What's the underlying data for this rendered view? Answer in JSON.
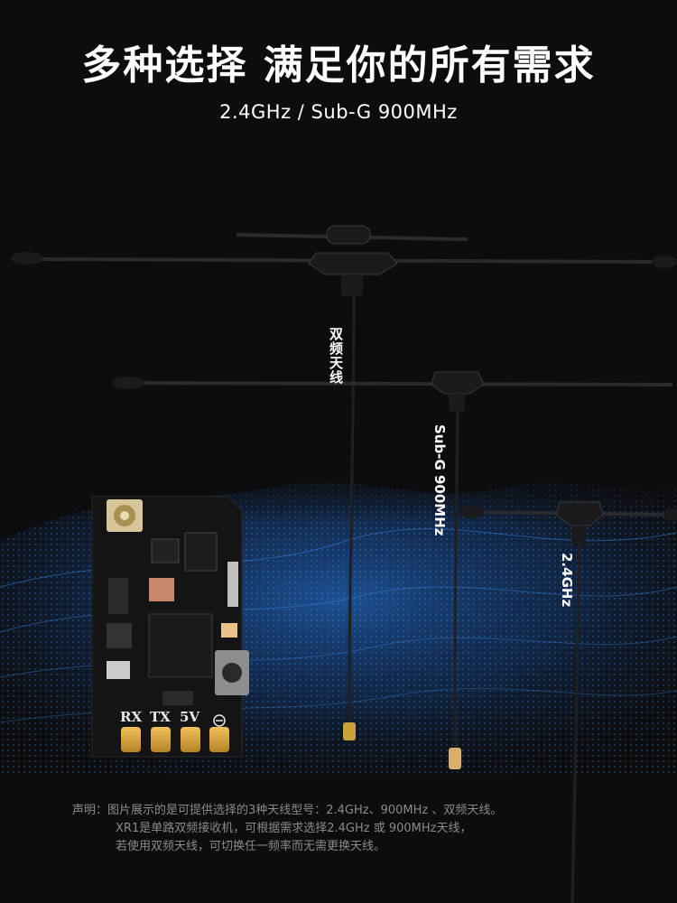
{
  "headline": "多种选择  满足你的所有需求",
  "subline": "2.4GHz /  Sub-G 900MHz",
  "antenna_labels": {
    "dual": "双频天线",
    "subg": "Sub-G 900MHz",
    "ghz": "2.4GHz"
  },
  "board_pads": {
    "rx": "RX",
    "tx": "TX",
    "v5": "5V"
  },
  "disclaimer": {
    "line1": "声明：图片展示的是可提供选择的3种天线型号：2.4GHz、900MHz 、双频天线。",
    "line2": "XR1是单路双频接收机，可根据需求选择2.4GHz 或 900MHz天线，",
    "line3": "若使用双频天线，可切换任一频率而无需更换天线。"
  },
  "colors": {
    "background": "#0d0d0f",
    "wave": "#1f6fd6",
    "board": "#141414",
    "gold": "#d9a63a"
  }
}
